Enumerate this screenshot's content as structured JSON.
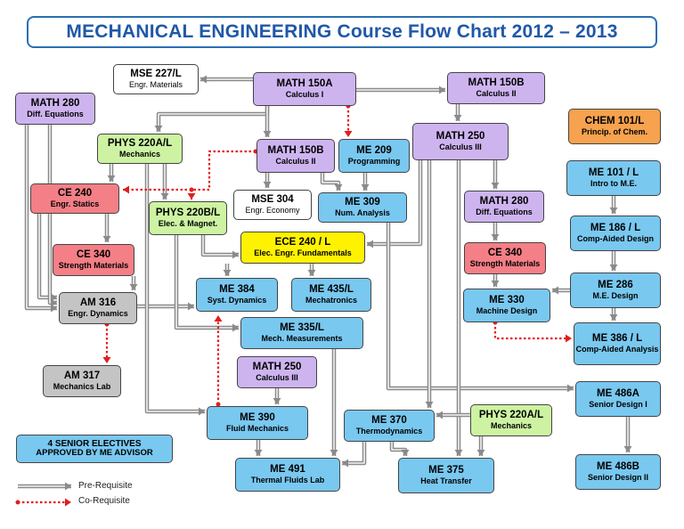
{
  "title": "MECHANICAL ENGINEERING Course Flow Chart  2012 – 2013",
  "colors": {
    "lavender": "#cdb4ef",
    "blue": "#79c8f0",
    "green": "#cdf3a2",
    "red": "#f47f86",
    "yellow": "#fff200",
    "orange": "#f6a24e",
    "gray": "#c4c4c4",
    "white": "#ffffff",
    "prereq_arrow": "#8a8a8a",
    "coreq_arrow": "#e21d1d"
  },
  "courses": {
    "mse227": {
      "code": "MSE 227/L",
      "name": "Engr. Materials"
    },
    "math150a": {
      "code": "MATH 150A",
      "name": "Calculus I"
    },
    "math150b_top": {
      "code": "MATH 150B",
      "name": "Calculus II"
    },
    "math280_left": {
      "code": "MATH 280",
      "name": "Diff. Equations"
    },
    "chem101": {
      "code": "CHEM 101/L",
      "name": "Princip. of Chem."
    },
    "phys220a_top": {
      "code": "PHYS 220A/L",
      "name": "Mechanics"
    },
    "math150b_mid": {
      "code": "MATH 150B",
      "name": "Calculus II"
    },
    "me209": {
      "code": "ME 209",
      "name": "Programming"
    },
    "math250_top": {
      "code": "MATH 250",
      "name": "Calculus III"
    },
    "me101": {
      "code": "ME 101 / L",
      "name": "Intro to M.E."
    },
    "ce240": {
      "code": "CE 240",
      "name": "Engr. Statics"
    },
    "mse304": {
      "code": "MSE 304",
      "name": "Engr. Economy"
    },
    "me309": {
      "code": "ME 309",
      "name": "Num. Analysis"
    },
    "math280_right": {
      "code": "MATH 280",
      "name": "Diff. Equations"
    },
    "phys220b": {
      "code": "PHYS 220B/L",
      "name": "Elec. & Magnet."
    },
    "me186": {
      "code": "ME 186 / L",
      "name": "Comp-Aided Design"
    },
    "ece240": {
      "code": "ECE 240 / L",
      "name": "Elec. Engr. Fundamentals"
    },
    "ce340_left": {
      "code": "CE 340",
      "name": "Strength Materials"
    },
    "ce340_right": {
      "code": "CE 340",
      "name": "Strength Materials"
    },
    "me286": {
      "code": "ME 286",
      "name": "M.E. Design"
    },
    "am316": {
      "code": "AM 316",
      "name": "Engr. Dynamics"
    },
    "me384": {
      "code": "ME 384",
      "name": "Syst. Dynamics"
    },
    "me435": {
      "code": "ME 435/L",
      "name": "Mechatronics"
    },
    "me330": {
      "code": "ME 330",
      "name": "Machine Design"
    },
    "me335": {
      "code": "ME 335/L",
      "name": "Mech. Measurements"
    },
    "me386": {
      "code": "ME 386 / L",
      "name": "Comp-Aided Analysis"
    },
    "am317": {
      "code": "AM 317",
      "name": "Mechanics Lab"
    },
    "math250_bot": {
      "code": "MATH 250",
      "name": "Calculus III"
    },
    "me486a": {
      "code": "ME 486A",
      "name": "Senior Design I"
    },
    "me390": {
      "code": "ME 390",
      "name": "Fluid Mechanics"
    },
    "me370": {
      "code": "ME 370",
      "name": "Thermodynamics"
    },
    "phys220a_bot": {
      "code": "PHYS 220A/L",
      "name": "Mechanics"
    },
    "electives": {
      "code": "4 SENIOR ELECTIVES",
      "name": "APPROVED BY ME ADVISOR"
    },
    "me491": {
      "code": "ME 491",
      "name": "Thermal Fluids Lab"
    },
    "me375": {
      "code": "ME 375",
      "name": "Heat Transfer"
    },
    "me486b": {
      "code": "ME 486B",
      "name": "Senior Design II"
    }
  },
  "legend": {
    "prereq": "Pre-Requisite",
    "coreq": "Co-Requisite"
  }
}
